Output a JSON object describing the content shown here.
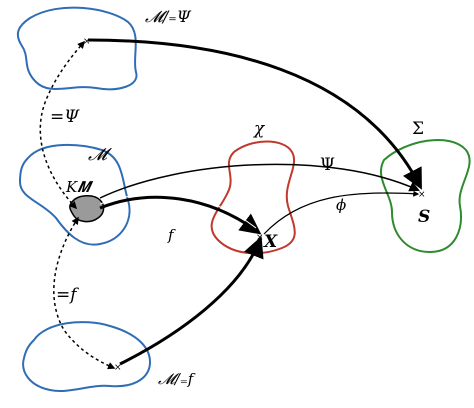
{
  "labels": {
    "quotient_psi": "𝓜/₌Ψ",
    "eq_psi": "=Ψ",
    "M": "𝓜",
    "K_M": "K𝑴",
    "eq_f": "=f",
    "quotient_f": "𝓜/₌f",
    "chi": "χ",
    "X": "𝑿",
    "f": "f",
    "Psi": "Ψ",
    "phi": "ϕ",
    "Sigma": "Σ",
    "S": "𝑺"
  },
  "colors": {
    "blue": "#2f6db5",
    "red": "#c0392b",
    "green": "#2e8b2e",
    "gray": "#9a9a9a",
    "black": "#000000"
  }
}
